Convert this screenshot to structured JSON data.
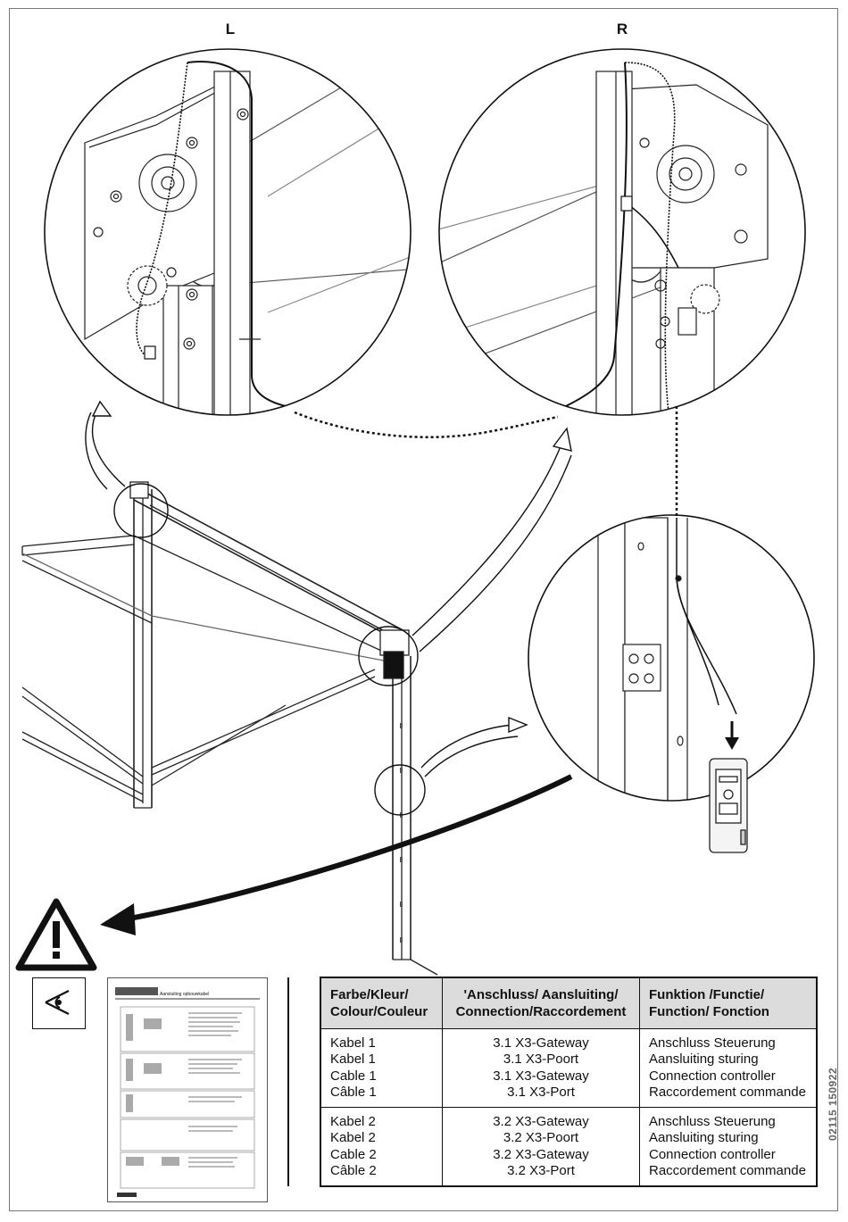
{
  "views": {
    "left_label": "L",
    "right_label": "R"
  },
  "icons": {
    "warning": "warning-triangle-icon",
    "eye": "eye-icon"
  },
  "manual_thumbnail": {
    "title": "Aansluiting opbouwkabel"
  },
  "table": {
    "headers": {
      "color": [
        "Farbe/Kleur/",
        "Colour/Couleur"
      ],
      "connection": [
        "'Anschluss/ Aansluiting/",
        "Connection/Raccordement"
      ],
      "function": [
        "Funktion /Functie/",
        "Function/ Fonction"
      ]
    },
    "rows": [
      {
        "color": [
          "Kabel 1",
          "Kabel 1",
          "Cable 1",
          "Câble 1"
        ],
        "connection": [
          "3.1 X3-Gateway",
          "3.1 X3-Poort",
          "3.1 X3-Gateway",
          "3.1 X3-Port"
        ],
        "function": [
          "Anschluss Steuerung",
          "Aansluiting sturing",
          "Connection controller",
          "Raccordement commande"
        ]
      },
      {
        "color": [
          "Kabel 2",
          "Kabel 2",
          "Cable 2",
          "Câble 2"
        ],
        "connection": [
          "3.2 X3-Gateway",
          "3.2 X3-Poort",
          "3.2 X3-Gateway",
          "3.2 X3-Port"
        ],
        "function": [
          "Anschluss Steuerung",
          "Aansluiting sturing",
          "Connection controller",
          "Raccordement commande"
        ]
      }
    ]
  },
  "document_code": "02115 150922"
}
